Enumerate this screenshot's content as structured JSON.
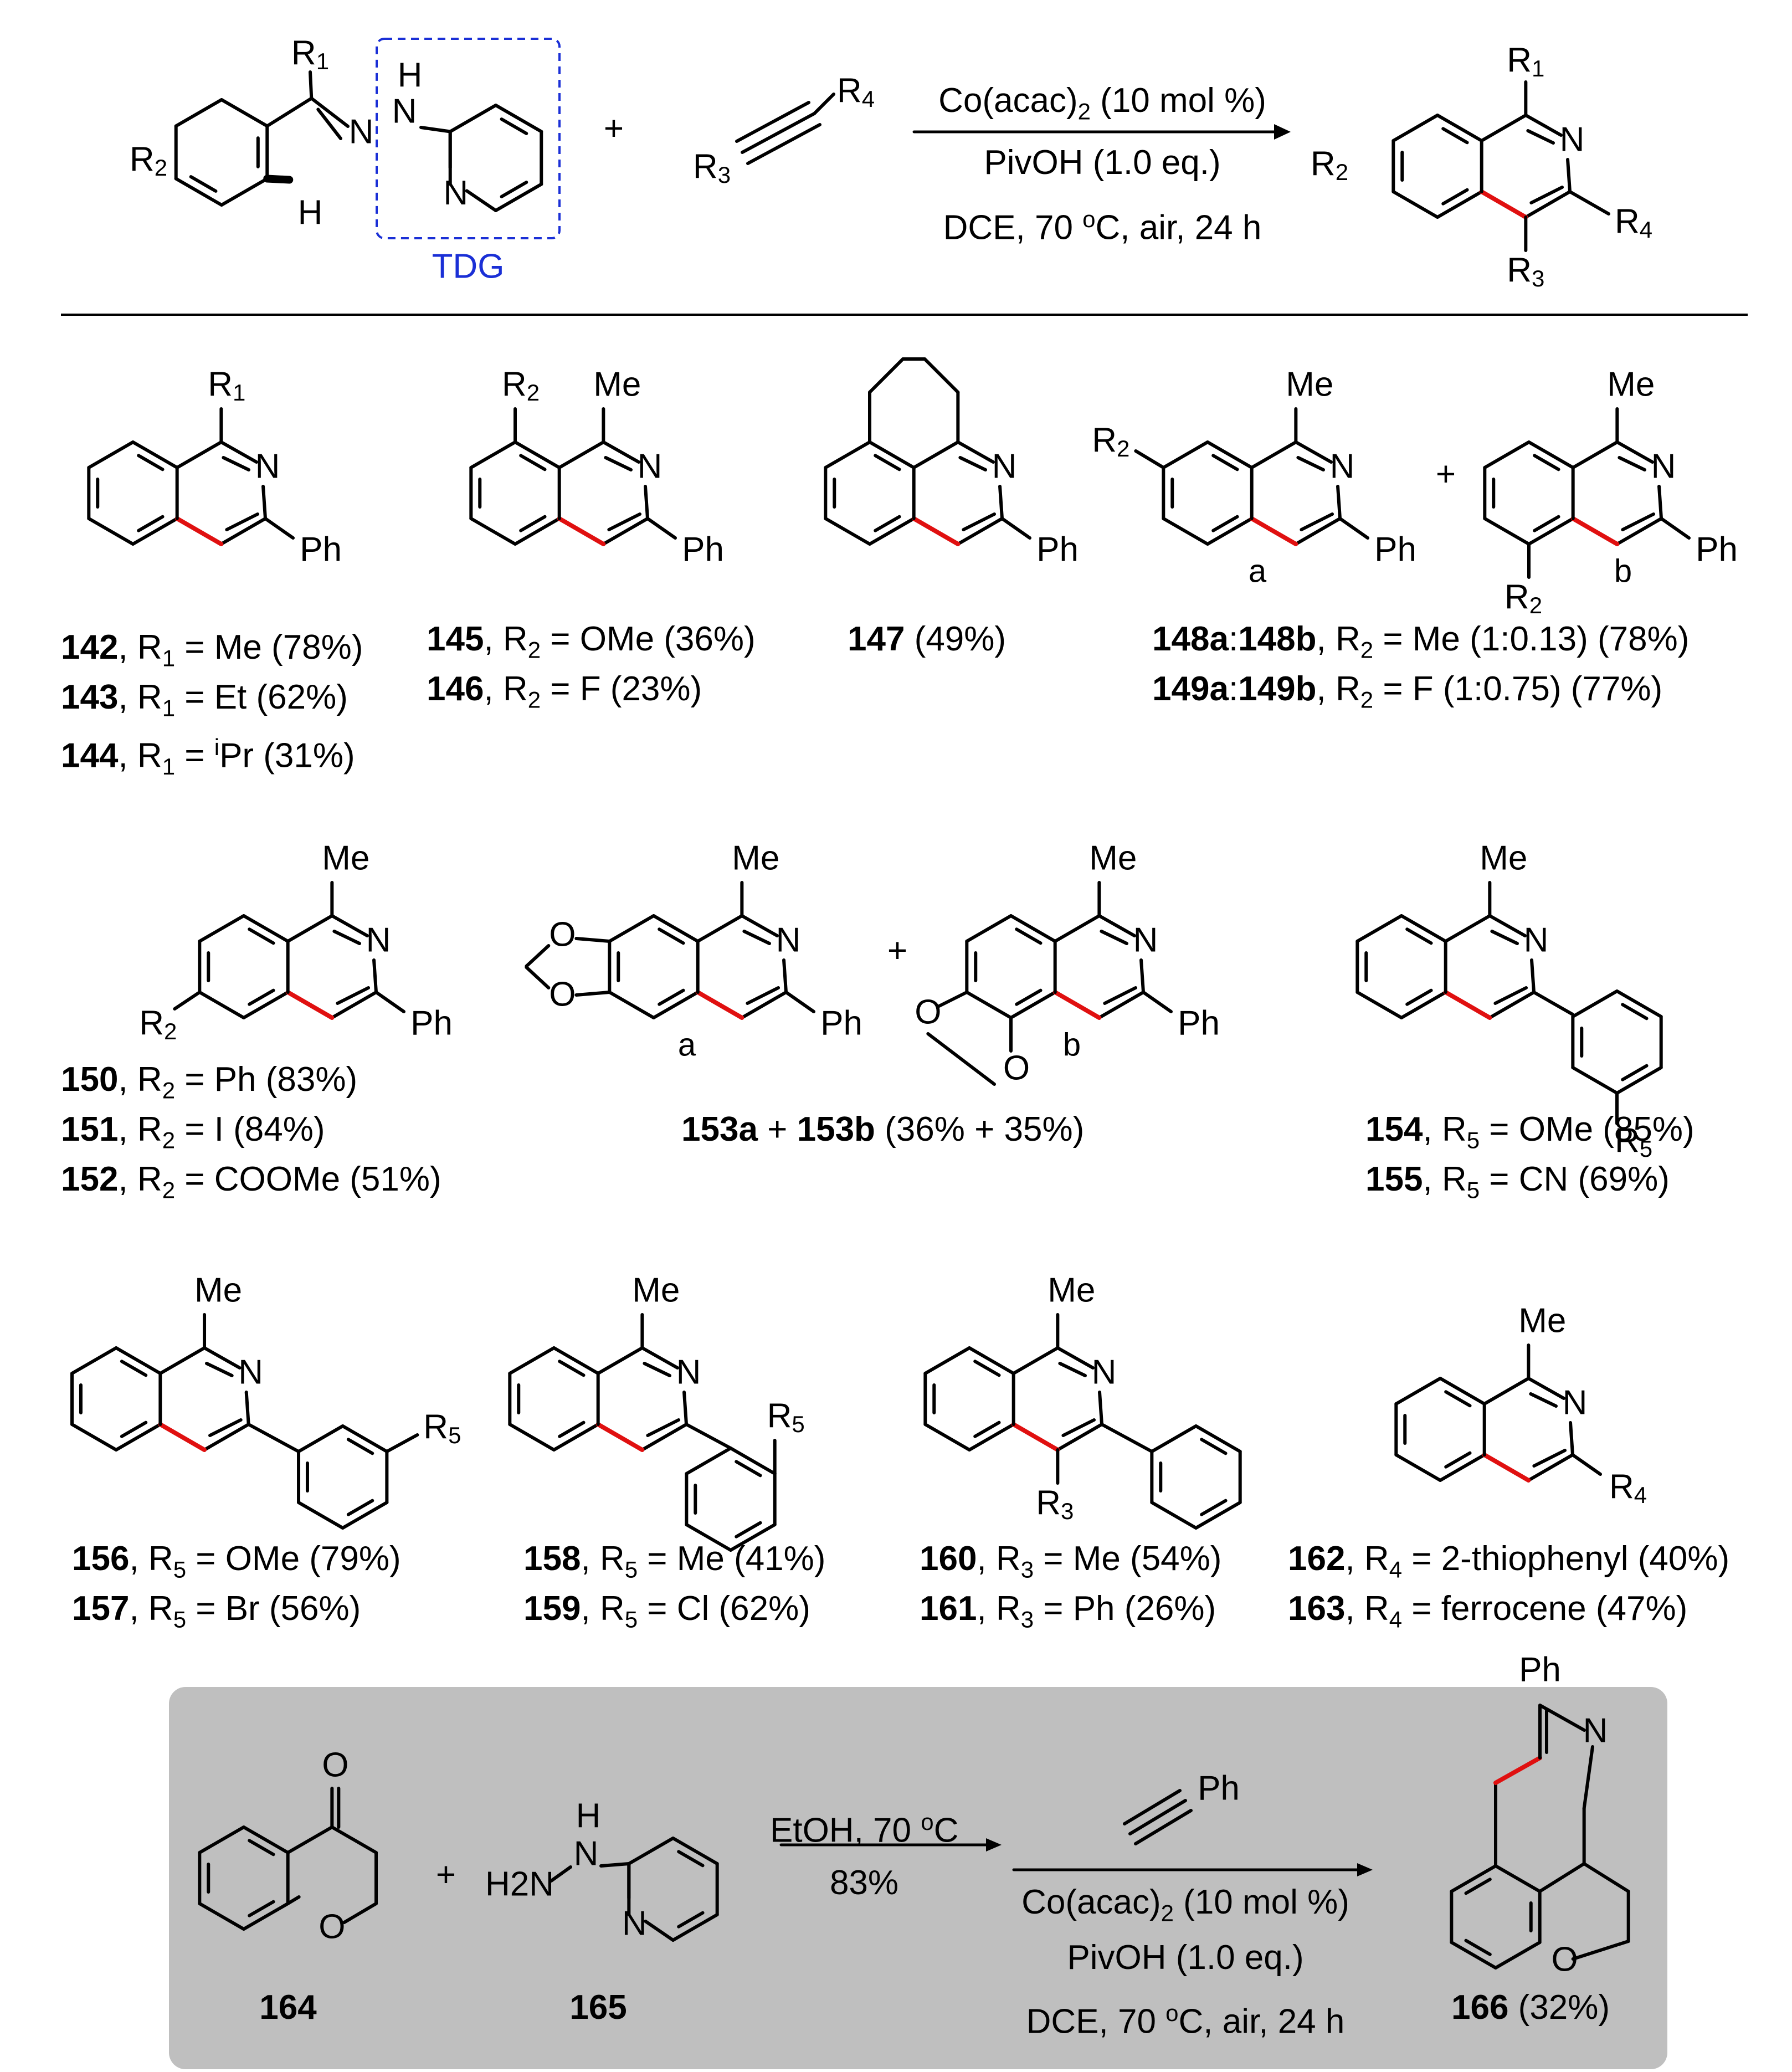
{
  "scheme": {
    "reagent_alkyne_labels": {
      "r3": "R3",
      "r4": "R4"
    },
    "tdg_label": "TDG",
    "plus": "+",
    "conditions": [
      "Co(acac)2 (10 mol %)",
      "PivOH (1.0 eq.)",
      "DCE, 70 oC, air, 24 h"
    ],
    "atoms": {
      "N": "N",
      "H": "H",
      "NH": "H"
    },
    "sub": {
      "r1": "R1",
      "r2": "R2",
      "r3": "R3",
      "r4": "R4",
      "r5": "R5",
      "me": "Me",
      "ph": "Ph",
      "o": "O",
      "iso_a": "a",
      "iso_b": "b"
    }
  },
  "products": [
    {
      "id": "142",
      "text": "142, R1 = Me (78%)"
    },
    {
      "id": "143",
      "text": "143, R1 = Et (62%)"
    },
    {
      "id": "144",
      "text": "144, R1 = iPr (31%)"
    },
    {
      "id": "145",
      "text": "145, R2 = OMe (36%)"
    },
    {
      "id": "146",
      "text": "146, R2 = F (23%)"
    },
    {
      "id": "147",
      "text": "147 (49%)"
    },
    {
      "id": "148",
      "text": "148a:148b, R2 = Me (1:0.13) (78%)"
    },
    {
      "id": "149",
      "text": "149a:149b, R2 = F (1:0.75) (77%)"
    },
    {
      "id": "150",
      "text": "150, R2 = Ph (83%)"
    },
    {
      "id": "151",
      "text": "151, R2 = I (84%)"
    },
    {
      "id": "152",
      "text": "152, R2 = COOMe (51%)"
    },
    {
      "id": "153",
      "text": "153a + 153b (36% + 35%)"
    },
    {
      "id": "154",
      "text": "154, R5 = OMe (85%)"
    },
    {
      "id": "155",
      "text": "155, R5 = CN (69%)"
    },
    {
      "id": "156",
      "text": "156, R5 = OMe (79%)"
    },
    {
      "id": "157",
      "text": "157, R5 = Br (56%)"
    },
    {
      "id": "158",
      "text": "158, R5 = Me (41%)"
    },
    {
      "id": "159",
      "text": "159, R5 = Cl (62%)"
    },
    {
      "id": "160",
      "text": "160, R3 = Me (54%)"
    },
    {
      "id": "161",
      "text": "161, R3 = Ph (26%)"
    },
    {
      "id": "162",
      "text": "162, R4 = 2-thiophenyl (40%)"
    },
    {
      "id": "163",
      "text": "163, R4 = ferrocene (47%)"
    }
  ],
  "inset": {
    "compound_164": "164",
    "compound_165": "165",
    "product_166": "166 (32%)",
    "step1": [
      "EtOH, 70 oC",
      "83%"
    ],
    "step2": [
      "Co(acac)2 (10 mol %)",
      "PivOH (1.0 eq.)",
      "DCE, 70 oC, air, 24 h"
    ],
    "h2n": "H2N",
    "alkyne_ph": "Ph"
  },
  "colors": {
    "new_bond": "#e01010",
    "tdg_box": "#1a2fd6",
    "inset_bg": "#bfbfbf"
  }
}
